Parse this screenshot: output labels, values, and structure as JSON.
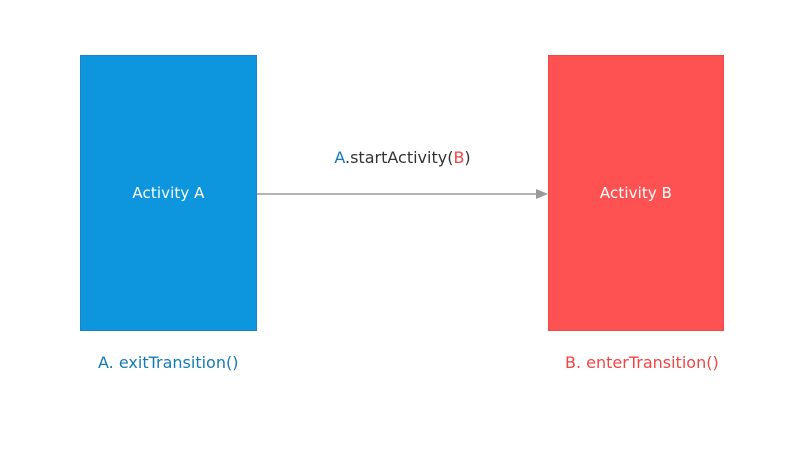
{
  "diagram": {
    "activity_a": {
      "label": "Activity A",
      "color": "#0d95de"
    },
    "activity_b": {
      "label": "Activity B",
      "color": "#fe5252"
    },
    "call": {
      "receiver": "A",
      "dot_method": ".startActivity(",
      "argument": "B",
      "close": ")",
      "receiver_color": "#157bb6",
      "method_color": "#333333",
      "argument_color": "#f14545"
    },
    "exit_label": "A. exitTransition()",
    "enter_label": "B. enterTransition()",
    "arrow_color": "#999999"
  }
}
